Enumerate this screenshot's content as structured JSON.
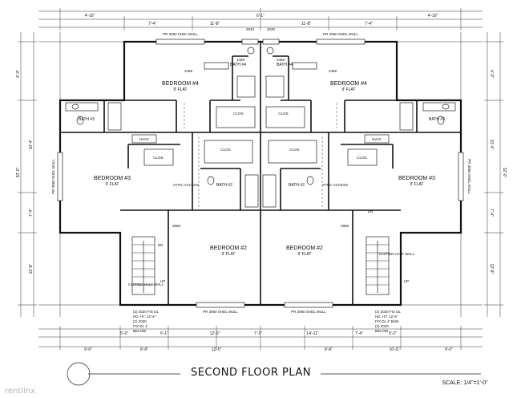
{
  "title": "SECOND FLOOR PLAN",
  "scale": "SCALE: 1/4\"=1'-0\"",
  "watermark": "rentlinx",
  "rooms": {
    "bedroom4_left": "BEDROOM #4",
    "bedroom4_right": "BEDROOM #4",
    "bedroom3_left": "BEDROOM #3",
    "bedroom3_right": "BEDROOM #3",
    "bedroom2_left": "BEDROOM #2",
    "bedroom2_right": "BEDROOM #2",
    "bath4_left": "BATH #4",
    "bath4_right": "BATH #4",
    "bath3_left": "BATH #3",
    "bath3_right": "BATH #3",
    "bath2_left": "BATH #2",
    "bath2_right": "BATH #2",
    "clos_1": "CLOS.",
    "clos_2": "CLOS.",
    "clos_3": "CLOS.",
    "clos_4": "CLOS.",
    "clos_5": "CLOS.",
    "clos_6": "CLOS.",
    "hvac_left": "HVAC",
    "hvac_right": "HVAC",
    "attic_left": "ATTIC ACCESS",
    "attic_right": "ATTIC ACCESS",
    "flat": "9' FLAT",
    "dn": "DN",
    "up": "UP",
    "capped_wall_left": "CAPPED HALF WALL",
    "capped_wall_right": "CAPPED HALF WALL"
  },
  "windows": {
    "top_left": "PR 3060 SHDL MULL",
    "top_right": "PR 3060 SHDL MULL",
    "bottom_left": "PR 3060 SHDL MULL",
    "bottom_right": "PR 3060 SHDL MULL",
    "side_left": "PR 3060 SHDL MULL",
    "side_right": "PR 3060 SHDL MULL",
    "w2040": "2040",
    "w2468": "2468",
    "w2868": "2868"
  },
  "dims_top": [
    "4'-10\"",
    "7'-4\"",
    "11'-8\"",
    "6'-1\"",
    "11'-8\"",
    "7'-4\"",
    "4'-10\""
  ],
  "dims_bottom_row1": [
    "5'-2\"",
    "6'-1\"",
    "12'-3\"",
    "7'-1\"",
    "14'-11\"",
    "7'-4\"",
    "5'-2\""
  ],
  "dims_bottom_row2": [
    "9'-0\"",
    "8'-8\"",
    "12'-5\"",
    "8'-8\"",
    "10'-0\"",
    "9'-0\""
  ],
  "dims_sides": [
    "4'-3\"",
    "10'-4\"",
    "7'-4\"",
    "12'-8\"",
    "32'-0\""
  ],
  "notes": {
    "left": [
      "(2) 2020 FIX DL",
      "HD. HT. 12'-6\"",
      "(2) 2020",
      "FIX DL 4'",
      "BELOW"
    ],
    "right": [
      "(2) 2020 FIX DL",
      "HD. HT. 12'-6\"",
      "FIX DL 4' BLW.",
      "(2) 2020",
      "BELOW"
    ]
  }
}
